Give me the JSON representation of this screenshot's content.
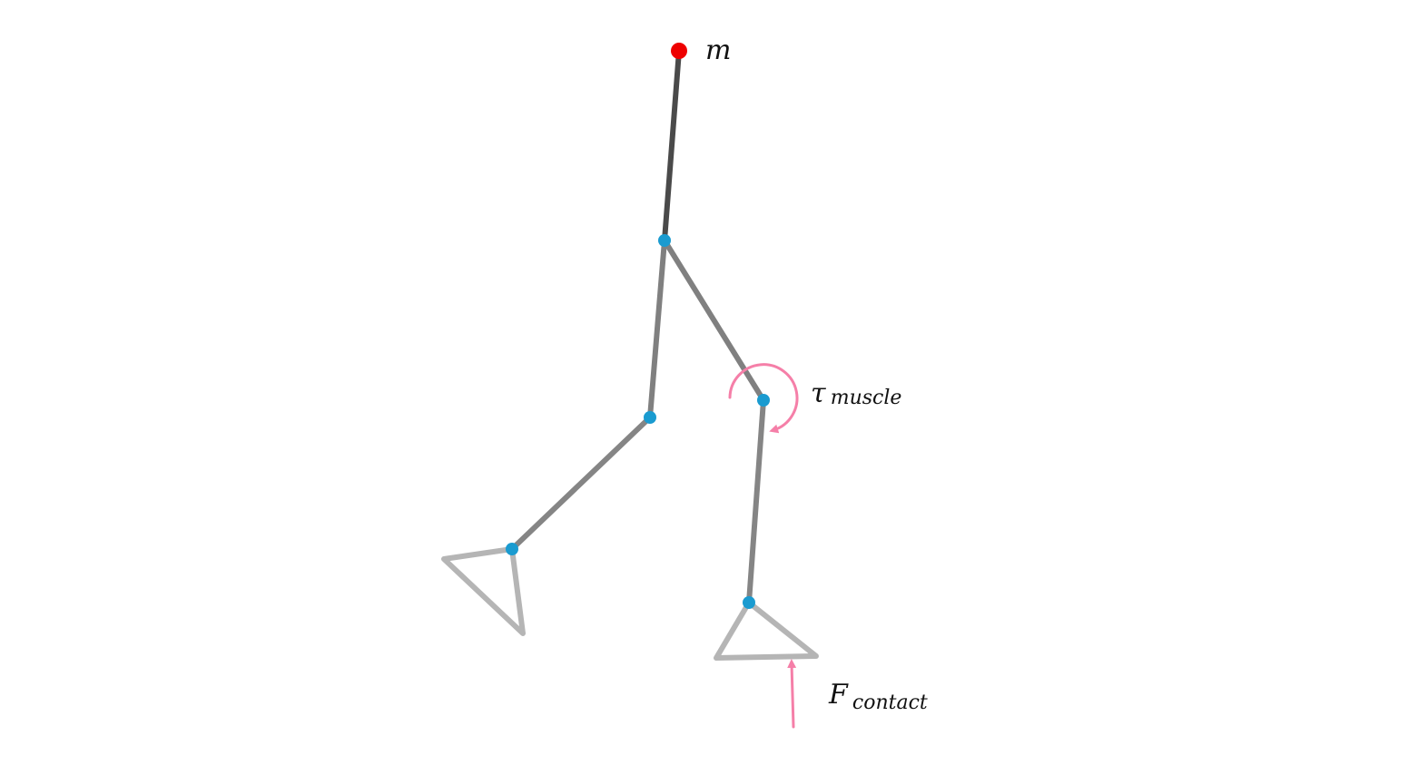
{
  "figure": {
    "labels": {
      "mass": "m",
      "torque": {
        "symbol": "τ",
        "subscript": "muscle"
      },
      "force": {
        "symbol": "F",
        "subscript": "contact"
      }
    },
    "colors": {
      "background": "#ffffff",
      "trunk": "#4a4a4a",
      "thigh": "#808080",
      "shank": "#858585",
      "foot": "#b5b5b5",
      "joint": "#1a9bd0",
      "mass": "#ee0000",
      "annotation": "#f57fa8",
      "text": "#111111"
    }
  }
}
